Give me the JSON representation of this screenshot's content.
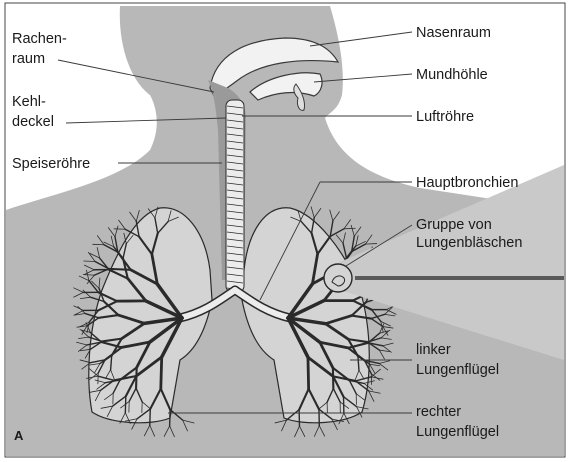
{
  "figure": {
    "panel_label": "A",
    "labels_left": {
      "pharynx_line1": "Rachen-",
      "pharynx_line2": "raum",
      "epiglottis_line1": "Kehl-",
      "epiglottis_line2": "deckel",
      "esophagus": "Speiseröhre"
    },
    "labels_right": {
      "nasal_cavity": "Nasenraum",
      "oral_cavity": "Mundhöhle",
      "trachea": "Luftröhre",
      "main_bronchi": "Hauptbronchien",
      "alveoli_line1": "Gruppe von",
      "alveoli_line2": "Lungenbläschen",
      "left_lung_line1": "linker",
      "left_lung_line2": "Lungenflügel",
      "right_lung_line1": "rechter",
      "right_lung_line2": "Lungenflügel"
    }
  },
  "colors": {
    "body_fill": "#b8b8b8",
    "airway_fill": "#9a9a9a",
    "cavity_fill": "#f2f2f2",
    "lung_fill": "#d4d4d4",
    "zoom_beam": "#c9c9c9",
    "zoom_bar": "#5a5a5a",
    "line": "#3a3a3a"
  }
}
